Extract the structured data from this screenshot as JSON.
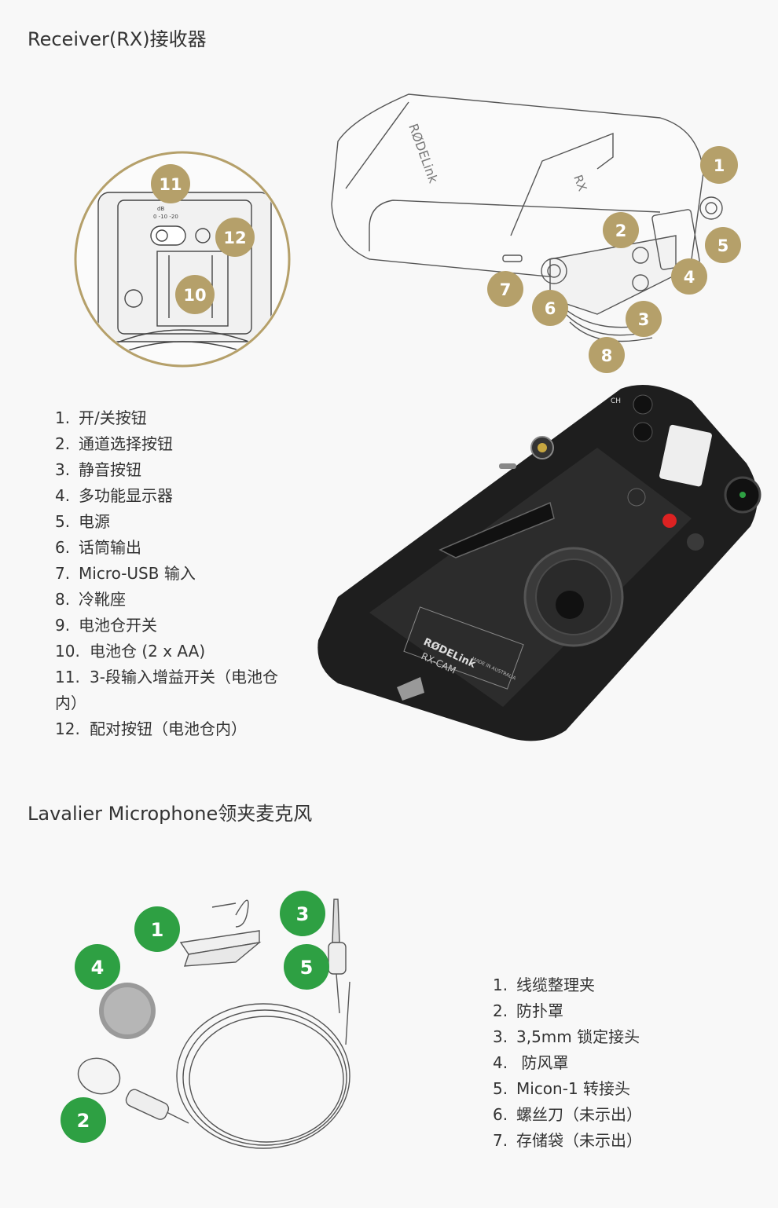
{
  "receiver": {
    "title": "Receiver(RX)接收器",
    "callouts": [
      "1",
      "2",
      "3",
      "4",
      "5",
      "6",
      "7",
      "8",
      "10",
      "11",
      "12"
    ],
    "device_labels": {
      "rx_tag": "RX",
      "brand": "RØDELink",
      "model": "RX-CAM",
      "ch": "CH",
      "db": "dB",
      "gain_steps": "0  -10  -20",
      "made_in": "MADE IN AUSTRALIA"
    },
    "items": [
      {
        "num": "1.",
        "text": "开/关按钮"
      },
      {
        "num": "2.",
        "text": "通道选择按钮"
      },
      {
        "num": "3.",
        "text": "静音按钮"
      },
      {
        "num": "4.",
        "text": "多功能显示器"
      },
      {
        "num": "5.",
        "text": "电源"
      },
      {
        "num": "6.",
        "text": "话筒输出"
      },
      {
        "num": "7.",
        "text": "Micro-USB 输入"
      },
      {
        "num": "8.",
        "text": "冷靴座"
      },
      {
        "num": "9.",
        "text": "电池仓开关"
      },
      {
        "num": "10.",
        "text": "电池仓 (2 x AA)"
      },
      {
        "num": "11.",
        "text": "3-段输入增益开关（电池仓内）"
      },
      {
        "num": "12.",
        "text": "配对按钮（电池仓内）"
      }
    ]
  },
  "lavalier": {
    "title": "Lavalier Microphone领夹麦克风",
    "callouts": [
      "1",
      "2",
      "3",
      "4",
      "5"
    ],
    "items": [
      {
        "num": "1.",
        "text": "线缆整理夹"
      },
      {
        "num": "2.",
        "text": "防扑罩"
      },
      {
        "num": "3.",
        "text": "3,5mm 锁定接头"
      },
      {
        "num": "4.",
        "text": " 防风罩"
      },
      {
        "num": "5.",
        "text": "Micon-1 转接头"
      },
      {
        "num": "6.",
        "text": "螺丝刀（未示出）"
      },
      {
        "num": "7.",
        "text": "存储袋（未示出）"
      }
    ]
  },
  "colors": {
    "gold": "#b5a06a",
    "green": "#2ea043",
    "device_black": "#1e1e1e"
  }
}
